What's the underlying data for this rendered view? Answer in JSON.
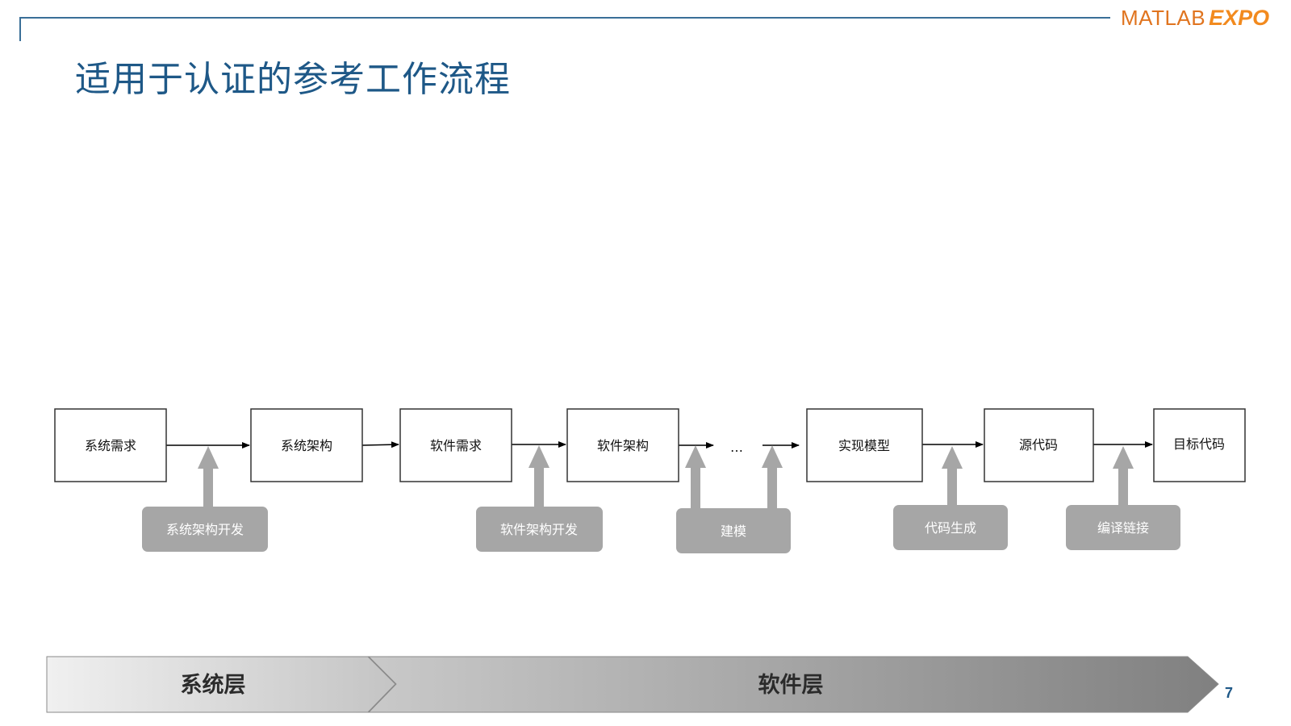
{
  "header": {
    "logo_primary": "MATLAB",
    "logo_secondary": "EXPO",
    "title": "适用于认证的参考工作流程"
  },
  "workflow": {
    "steps": [
      {
        "label": "系统需求"
      },
      {
        "label": "系统架构"
      },
      {
        "label": "软件需求"
      },
      {
        "label": "软件架构"
      },
      {
        "label": "实现模型"
      },
      {
        "label": "源代码"
      },
      {
        "label": "目标代码"
      }
    ],
    "ellipsis": "…",
    "tools": [
      {
        "label": "系统架构开发"
      },
      {
        "label": "软件架构开发"
      },
      {
        "label": "建模"
      },
      {
        "label": "代码生成"
      },
      {
        "label": "编译链接"
      }
    ]
  },
  "layers": {
    "system": "系统层",
    "software": "软件层"
  },
  "footer": {
    "page_number": "7"
  },
  "colors": {
    "title": "#1e5887",
    "logo": "#e0741f",
    "tool_fill": "#a6a6a6",
    "step_border": "#333333"
  }
}
